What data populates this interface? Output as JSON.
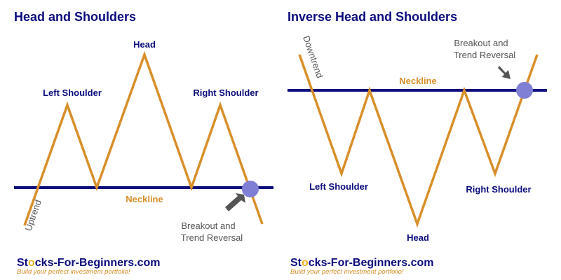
{
  "colors": {
    "title": "#0b0b7d",
    "neckline": "#0b0b7d",
    "trend": "#d88f2a",
    "marker": "#7f7fd6",
    "note": "#555555",
    "arrow": "#555555",
    "brand": "#0b0b7d",
    "brand_o": "#f2b21b",
    "tagline": "#d88f2a"
  },
  "left_panel": {
    "title": "Head and Shoulders",
    "labels": {
      "head": "Head",
      "left_shoulder": "Left Shoulder",
      "right_shoulder": "Right Shoulder",
      "neckline": "Neckline",
      "trend": "Uptrend",
      "breakout_line1": "Breakout and",
      "breakout_line2": "Trend Reversal"
    },
    "brand": {
      "pre": "St",
      "o": "o",
      "post": "cks-For-Beginners.com",
      "tagline": "Build your perfect investment portfolio!"
    }
  },
  "right_panel": {
    "title": "Inverse Head and Shoulders",
    "labels": {
      "head": "Head",
      "left_shoulder": "Left Shoulder",
      "right_shoulder": "Right Shoulder",
      "neckline": "Neckline",
      "trend": "Downtrend",
      "breakout_line1": "Breakout and",
      "breakout_line2": "Trend Reversal"
    },
    "brand": {
      "pre": "St",
      "o": "o",
      "post": "cks-For-Beginners.com",
      "tagline": "Build your perfect investment portfolio!"
    }
  }
}
